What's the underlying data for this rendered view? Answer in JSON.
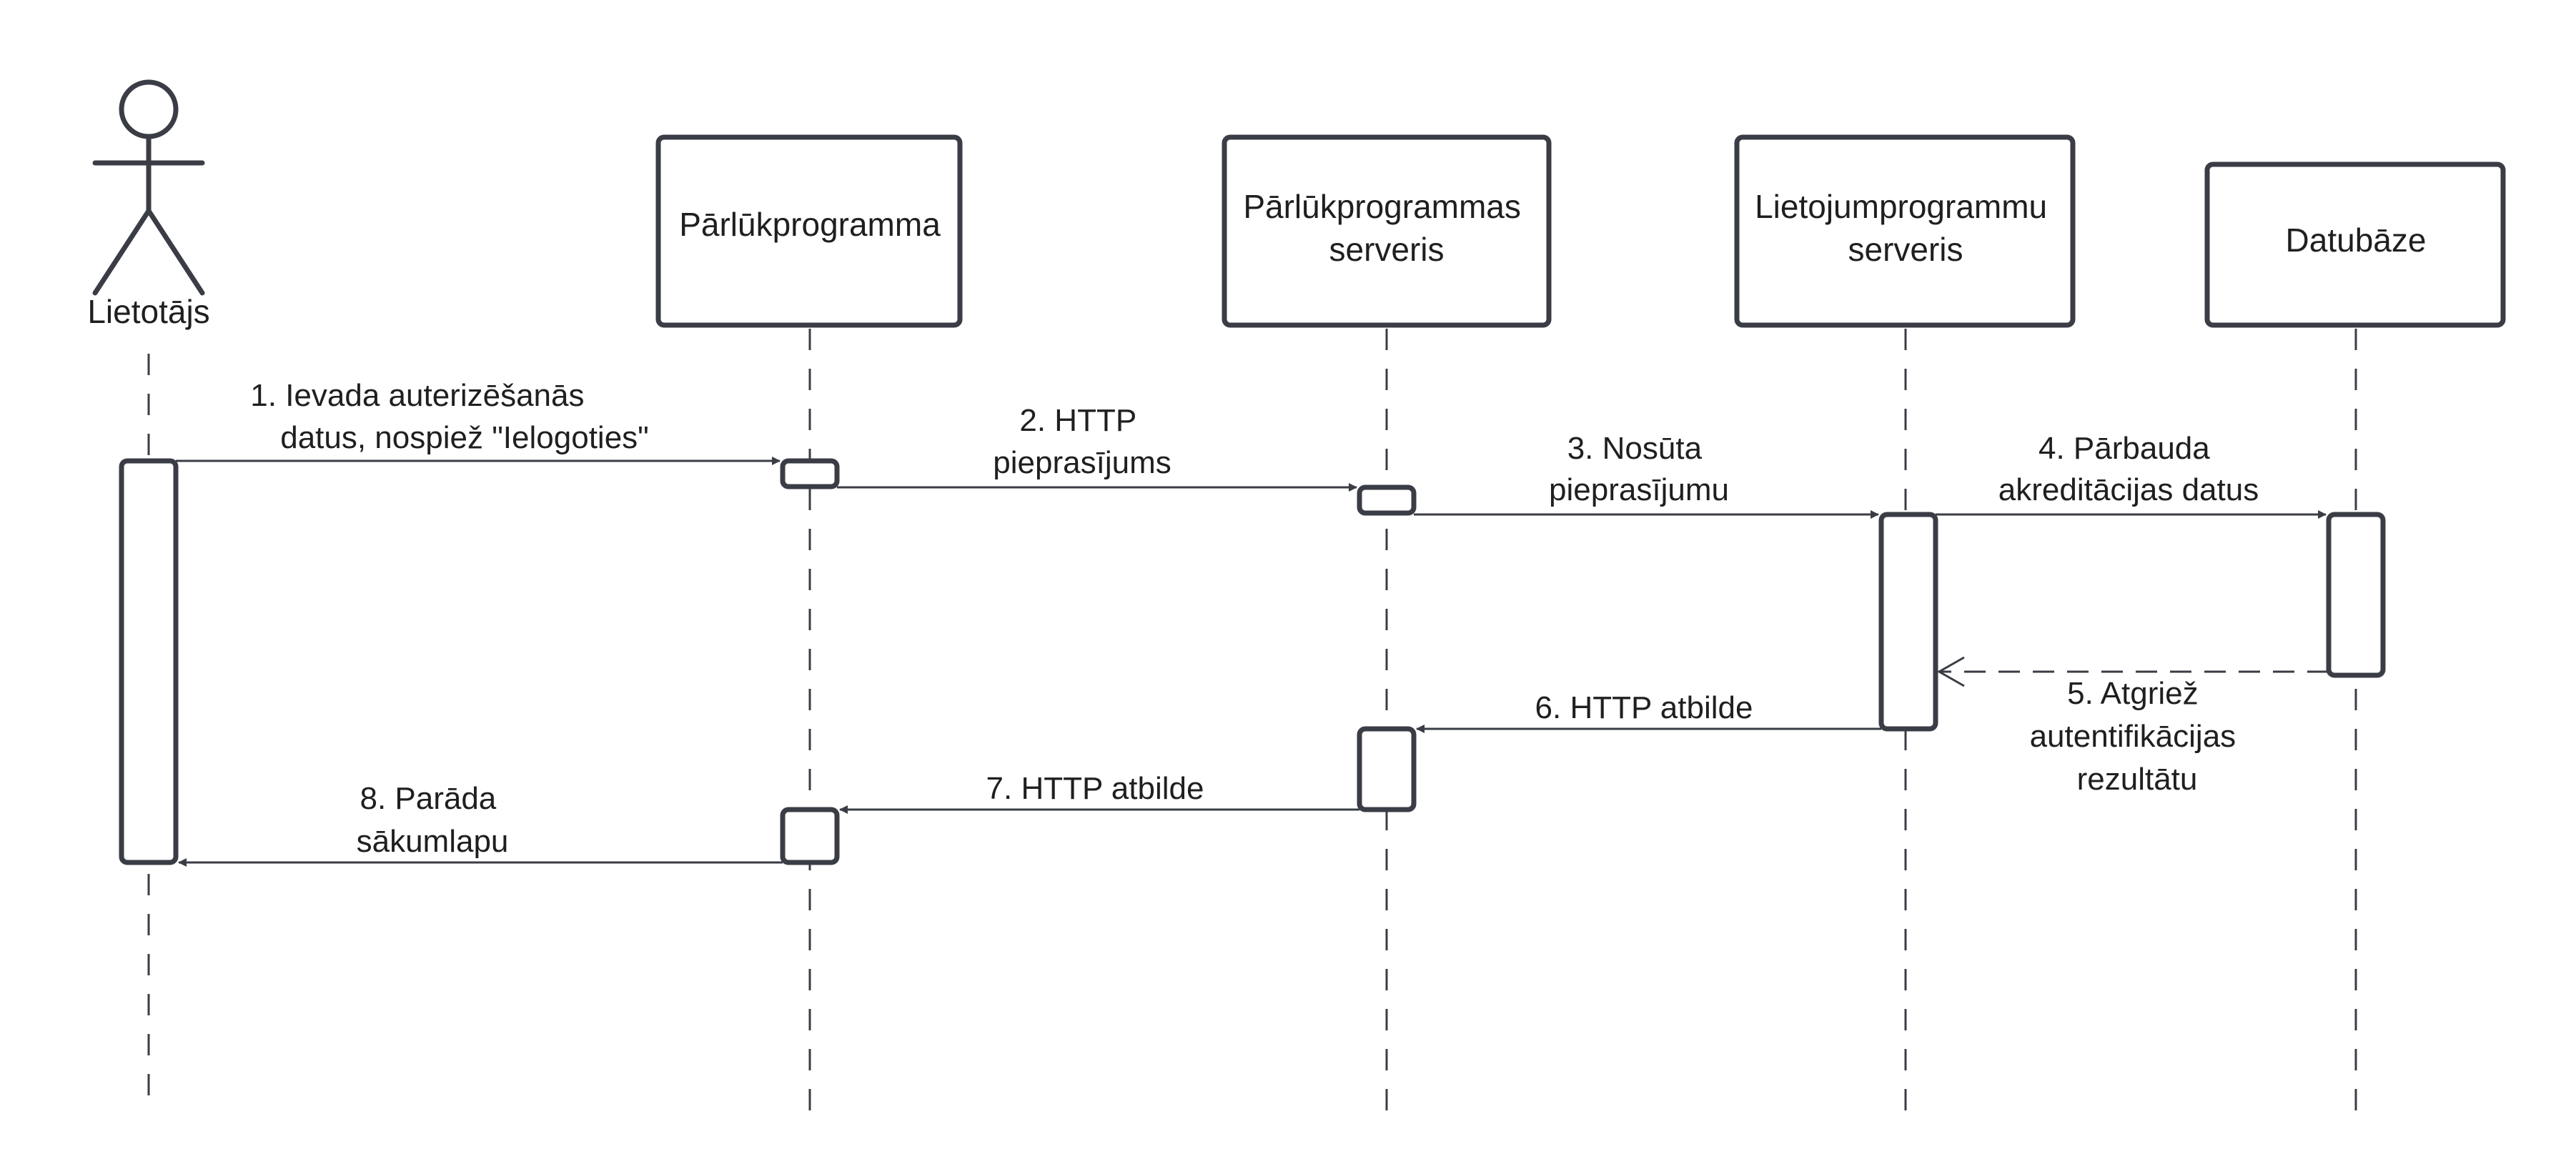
{
  "colors": {
    "stroke": "#3a3d45",
    "text": "#1f1f1f",
    "background": "#ffffff"
  },
  "actor": {
    "label": "Lietotājs"
  },
  "participants": [
    {
      "lines": [
        "Pārlūkprogramma"
      ]
    },
    {
      "lines": [
        "Pārlūkprogrammas",
        "serveris"
      ]
    },
    {
      "lines": [
        "Lietojumprogrammu",
        "serveris"
      ]
    },
    {
      "lines": [
        "Datubāze"
      ]
    }
  ],
  "messages": [
    {
      "lines": [
        "1.  Ievada  auterizēšanās",
        "datus, nospiež \"Ielogoties\""
      ],
      "type": "sync"
    },
    {
      "lines": [
        "2. HTTP",
        "pieprasījums"
      ],
      "type": "sync"
    },
    {
      "lines": [
        "3. Nosūta",
        "pieprasījumu"
      ],
      "type": "sync"
    },
    {
      "lines": [
        "4. Pārbauda",
        "akreditācijas datus"
      ],
      "type": "sync"
    },
    {
      "lines": [
        "5. Atgriež",
        "autentifikācijas",
        "rezultātu"
      ],
      "type": "return"
    },
    {
      "lines": [
        "6. HTTP atbilde"
      ],
      "type": "sync"
    },
    {
      "lines": [
        "7. HTTP atbilde"
      ],
      "type": "sync"
    },
    {
      "lines": [
        "8. Parāda",
        "sākumlapu"
      ],
      "type": "sync"
    }
  ]
}
